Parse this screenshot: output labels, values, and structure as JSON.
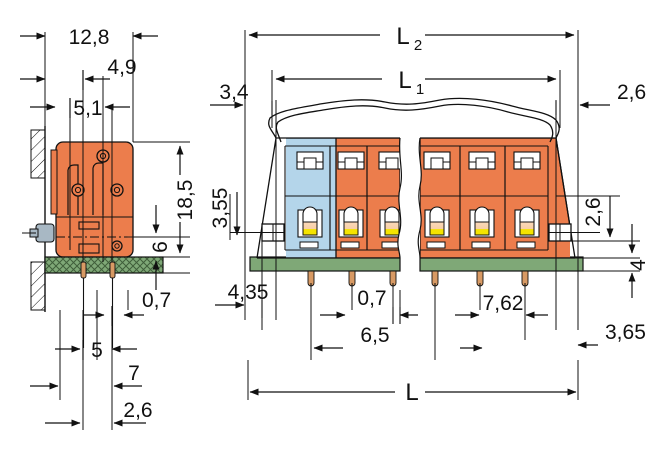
{
  "drawing": {
    "title": "PCB terminal block dimensional drawing",
    "units": "mm",
    "decimal_separator": ",",
    "views": [
      {
        "name": "side-view",
        "position": "left"
      },
      {
        "name": "front-view",
        "position": "right"
      }
    ]
  },
  "colors": {
    "housing_orange": "#EC7D4C",
    "housing_orange_dark": "#D86634",
    "housing_blue": "#B4D5EA",
    "pcb_green": "#7FA877",
    "pcb_green_dark": "#5E8257",
    "clamp_yellow": "#F5E400",
    "pin_bronze": "#D89A64",
    "metal_gray": "#A8B8C4",
    "line": "#111111",
    "white": "#FFFFFF"
  },
  "side_view": {
    "dimensions": {
      "overall_width": "12,8",
      "inner_width": "4,9",
      "pin_offset": "5,1",
      "body_height": "18,5",
      "lower_height": "6",
      "pin_diameter": "0,7",
      "pin_pitch": "5",
      "pin_span": "7",
      "pin_edge": "2,6"
    }
  },
  "front_view": {
    "dimensions": {
      "left_edge": "3,4",
      "right_edge": "2,6",
      "chamfer_height_left": "3,55",
      "chamfer_height_right": "2,6",
      "pcb_thickness": "4",
      "first_pin_offset": "4,35",
      "pin_diameter": "0,7",
      "pin_to_edge": "6,5",
      "pole_pitch": "7,62",
      "last_pin_offset": "3,65"
    },
    "labels": {
      "L2": "L",
      "L2_sub": "2",
      "L1": "L",
      "L1_sub": "1",
      "L": "L"
    },
    "poles": [
      {
        "index": 1,
        "color": "blue"
      },
      {
        "index": 2,
        "color": "orange"
      },
      {
        "index": 3,
        "color": "orange"
      },
      {
        "index": 4,
        "color": "orange"
      },
      {
        "index": 5,
        "color": "orange"
      },
      {
        "index": 6,
        "color": "orange"
      }
    ],
    "break_line": true
  }
}
